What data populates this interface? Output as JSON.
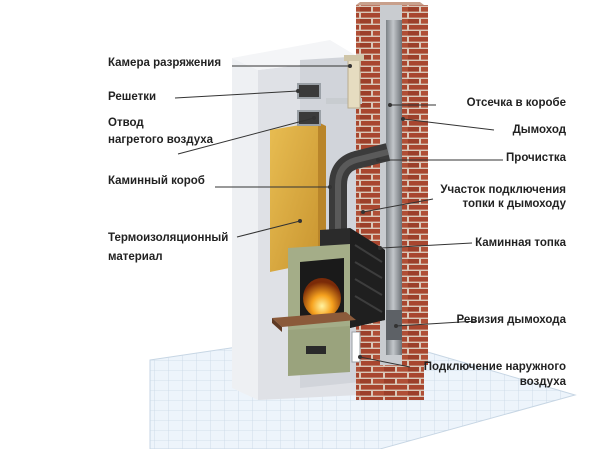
{
  "labels_left": [
    {
      "id": "razr",
      "text": "Камера разряжения"
    },
    {
      "id": "resh",
      "text": "Решетки"
    },
    {
      "id": "otvod1",
      "text": "Отвод"
    },
    {
      "id": "otvod2",
      "text": "нагретого воздуха"
    },
    {
      "id": "korob",
      "text": "Каминный короб"
    },
    {
      "id": "termo1",
      "text": "Термоизоляционный"
    },
    {
      "id": "termo2",
      "text": "материал"
    }
  ],
  "labels_right": [
    {
      "id": "otsechka",
      "text": "Отсечка в коробе"
    },
    {
      "id": "dymohod",
      "text": "Дымоход"
    },
    {
      "id": "prochist",
      "text": "Прочистка"
    },
    {
      "id": "uchastok1",
      "text": "Участок подключения"
    },
    {
      "id": "uchastok2",
      "text": "топки к дымоходу"
    },
    {
      "id": "topka",
      "text": "Каминная топка"
    },
    {
      "id": "reviziya",
      "text": "Ревизия дымохода"
    },
    {
      "id": "naruzh1",
      "text": "Подключение наружного"
    },
    {
      "id": "naruzh2",
      "text": "воздуха"
    }
  ],
  "colors": {
    "text": "#222222",
    "leader": "#333333",
    "brick": "#a8462f",
    "brick_mortar": "#d9c7b8",
    "insulation": "#d9a93a",
    "wall": "#dcdde2",
    "stone": "#a4ad88",
    "firebox": "#2b2b2b",
    "flue": "#9ea3a8",
    "fire": "#f39a1d",
    "tile": "#e9f1f9"
  }
}
